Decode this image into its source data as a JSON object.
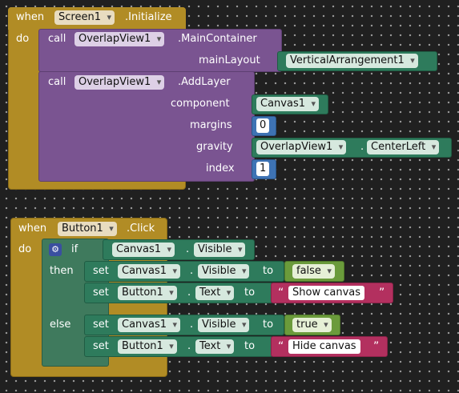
{
  "event1": {
    "when": "when",
    "component": "Screen1",
    "event": ".Initialize",
    "do": "do"
  },
  "call1": {
    "call": "call",
    "component": "OverlapView1",
    "method": ".MainContainer",
    "param_label": "mainLayout",
    "param_value": "VerticalArrangement1"
  },
  "call2": {
    "call": "call",
    "component": "OverlapView1",
    "method": ".AddLayer",
    "params": {
      "component_label": "component",
      "component_value": "Canvas1",
      "margins_label": "margins",
      "margins_value": "0",
      "gravity_label": "gravity",
      "gravity_component": "OverlapView1",
      "gravity_dot": ".",
      "gravity_property": "CenterLeft",
      "index_label": "index",
      "index_value": "1"
    }
  },
  "event2": {
    "when": "when",
    "component": "Button1",
    "event": ".Click",
    "do": "do"
  },
  "if_block": {
    "if": "if",
    "then": "then",
    "else": "else",
    "condition_component": "Canvas1",
    "condition_dot": ".",
    "condition_property": "Visible"
  },
  "then_stmts": {
    "s1": {
      "set": "set",
      "component": "Canvas1",
      "dot": ".",
      "property": "Visible",
      "to": "to",
      "value": "false"
    },
    "s2": {
      "set": "set",
      "component": "Button1",
      "dot": ".",
      "property": "Text",
      "to": "to",
      "value": "Show canvas",
      "open_quote": "“",
      "close_quote": "”"
    }
  },
  "else_stmts": {
    "s1": {
      "set": "set",
      "component": "Canvas1",
      "dot": ".",
      "property": "Visible",
      "to": "to",
      "value": "true"
    },
    "s2": {
      "set": "set",
      "component": "Button1",
      "dot": ".",
      "property": "Text",
      "to": "to",
      "value": "Hide canvas",
      "open_quote": "“",
      "close_quote": "”"
    }
  }
}
